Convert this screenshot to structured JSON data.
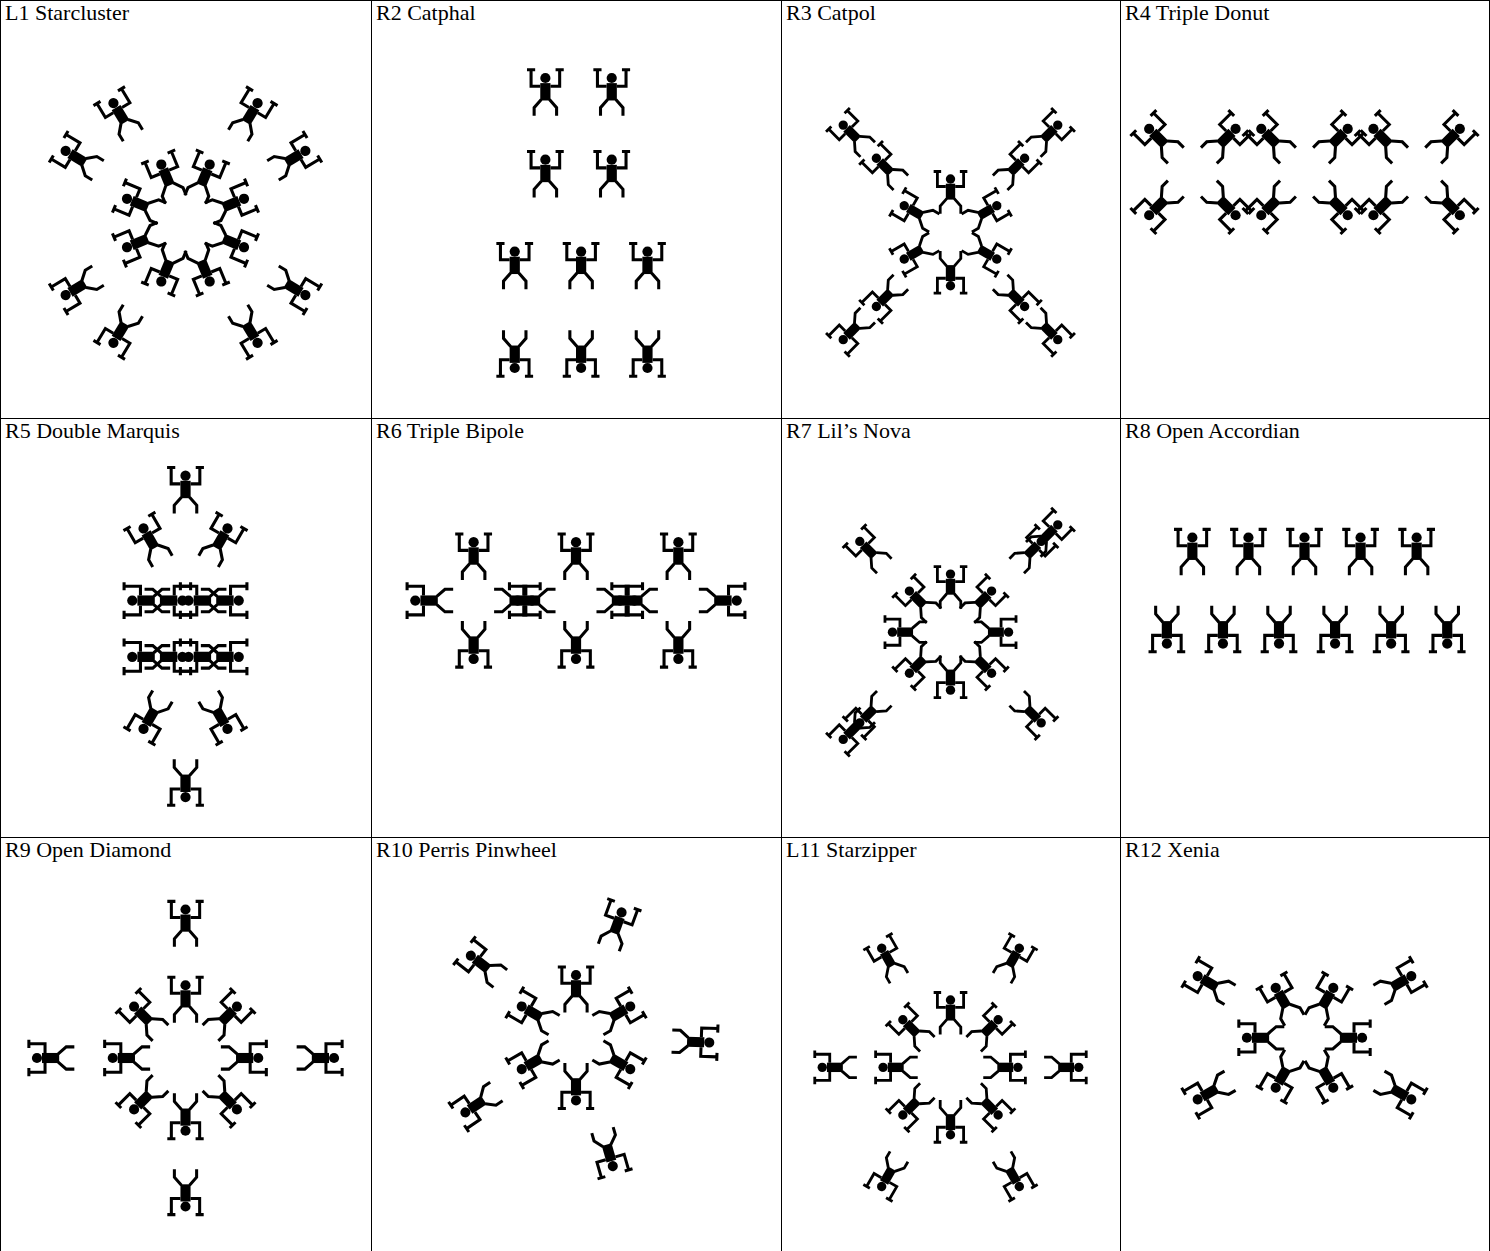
{
  "diagram": {
    "labels": [
      "L1 Starcluster",
      "R2 Catphal",
      "R3 Catpol",
      "R4 Triple Donut",
      "R5 Double Marquis",
      "R6 Triple Bipole",
      "R7 Lil’s Nova",
      "R8 Open Accordian",
      "R9 Open Diamond",
      "R10 Perris Pinwheel",
      "L11 Starzipper",
      "R12 Xenia"
    ]
  }
}
